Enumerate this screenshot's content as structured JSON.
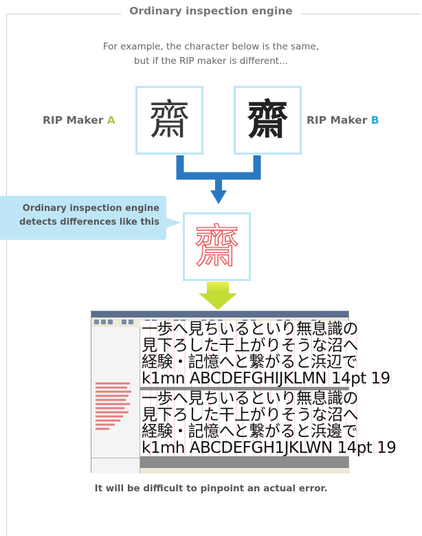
{
  "title": "Ordinary inspection engine",
  "intro": {
    "line1": "For example, the character below is the same,",
    "line2": "but if the RIP maker is different..."
  },
  "character": "齋",
  "maker_a": {
    "prefix": "RIP Maker ",
    "letter": "A"
  },
  "maker_b": {
    "prefix": "RIP Maker ",
    "letter": "B"
  },
  "callout": {
    "line1": "Ordinary inspection engine",
    "line2": "detects differences like this"
  },
  "screenshot_text": {
    "lines": [
      "一歩へ見ちいるといり無息識の",
      "見下ろした干上がりそうな沼へ",
      "経験・記憶へと繋がると浜辺で",
      "k1mn ABCDEFGHIJKLMN 14pt 19",
      "一歩へ見ちいるといり無息識の",
      "見下ろした干上がりそうな沼へ",
      "経験・記憶へと繋がると浜邊で",
      "k1mh ABCDEFGH1JKLWN 14pt 19"
    ]
  },
  "conclusion": "It will be difficult to pinpoint an actual error.",
  "colors": {
    "box_border": "#bfe6f6",
    "letter_a": "#a5c94e",
    "letter_b": "#1ea9e1",
    "connector": "#2a79c0",
    "arrow_gradient_top": "#eef24a",
    "arrow_gradient_bottom": "#b9d531",
    "diff_stroke": "#e05555"
  },
  "icons": [
    "arrow-down-icon"
  ]
}
